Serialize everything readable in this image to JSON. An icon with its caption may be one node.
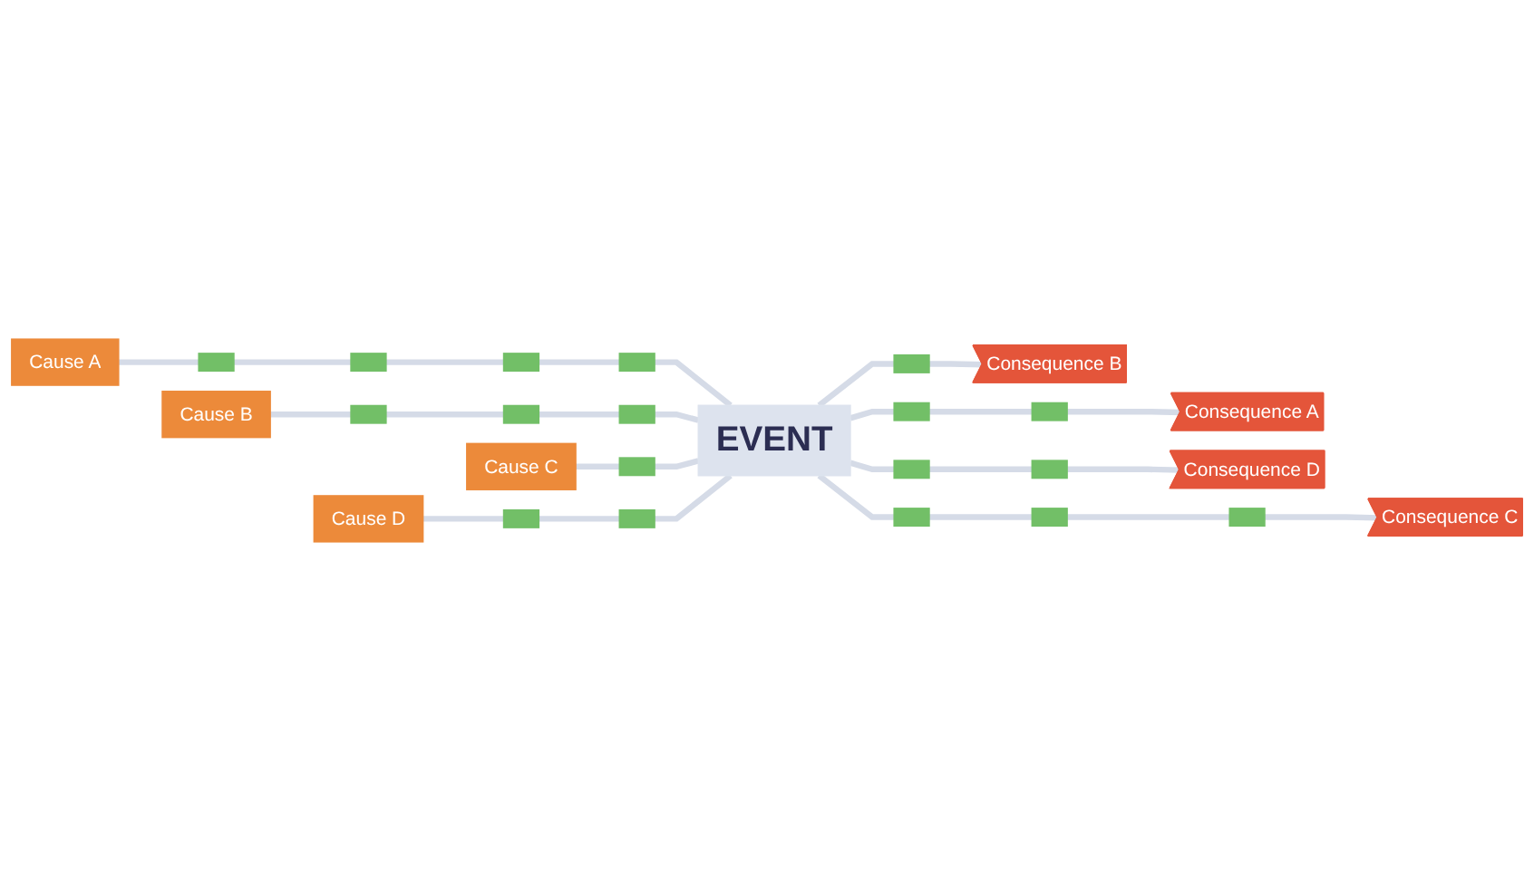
{
  "diagram": {
    "nodes": [
      {
        "text": [
          "Cause A"
        ]
      },
      {
        "text": [
          "Cause B"
        ]
      },
      {
        "text": [
          "Cause C"
        ]
      },
      {
        "text": [
          "Cause D"
        ]
      },
      {
        "text": [
          "EVENT"
        ]
      },
      {
        "text": [
          "Consequence A"
        ]
      },
      {
        "text": [
          "Consequence B"
        ]
      },
      {
        "text": [
          "Consequence C"
        ]
      },
      {
        "text": [
          "Consequence D"
        ]
      },
      {
        "text": [],
        "shape": "bar"
      },
      {
        "text": [],
        "shape": "bar"
      },
      {
        "text": [],
        "shape": "bar"
      },
      {
        "text": [],
        "shape": "bar"
      },
      {
        "text": [],
        "shape": "bar"
      },
      {
        "text": [],
        "shape": "bar"
      },
      {
        "text": [],
        "shape": "bar"
      },
      {
        "text": [],
        "shape": "bar"
      },
      {
        "text": [],
        "shape": "bar"
      },
      {
        "text": [],
        "shape": "bar"
      },
      {
        "text": [],
        "shape": "bar"
      },
      {
        "text": [],
        "shape": "bar"
      },
      {
        "text": [],
        "shape": "bar"
      },
      {
        "text": [],
        "shape": "bar"
      },
      {
        "text": [],
        "shape": "bar"
      },
      {
        "text": [],
        "shape": "bar"
      },
      {
        "text": [],
        "shape": "bar"
      },
      {
        "text": [],
        "shape": "bar"
      }
    ],
    "edges": [
      {
        "from": 0,
        "to": 9,
        "arrow": "none"
      },
      {
        "from": 9,
        "to": 10,
        "arrow": "none"
      },
      {
        "from": 10,
        "to": 11,
        "arrow": "none"
      },
      {
        "from": 11,
        "to": 12,
        "arrow": "none"
      },
      {
        "from": 12,
        "to": 4,
        "arrow": "none"
      },
      {
        "from": 1,
        "to": 13,
        "arrow": "none"
      },
      {
        "from": 13,
        "to": 14,
        "arrow": "none"
      },
      {
        "from": 14,
        "to": 15,
        "arrow": "none"
      },
      {
        "from": 15,
        "to": 4,
        "arrow": "none"
      },
      {
        "from": 2,
        "to": 16,
        "arrow": "none"
      },
      {
        "from": 16,
        "to": 4,
        "arrow": "none"
      },
      {
        "from": 3,
        "to": 17,
        "arrow": "none"
      },
      {
        "from": 17,
        "to": 18,
        "arrow": "none"
      },
      {
        "from": 18,
        "to": 4,
        "arrow": "none"
      },
      {
        "from": 4,
        "to": 19,
        "arrow": "none"
      },
      {
        "from": 19,
        "to": 20,
        "arrow": "none"
      },
      {
        "from": 20,
        "to": 5,
        "arrow": "none"
      },
      {
        "from": 4,
        "to": 21,
        "arrow": "none"
      },
      {
        "from": 21,
        "to": 6,
        "arrow": "none"
      },
      {
        "from": 4,
        "to": 22,
        "arrow": "none"
      },
      {
        "from": 22,
        "to": 23,
        "arrow": "none"
      },
      {
        "from": 23,
        "to": 24,
        "arrow": "none"
      },
      {
        "from": 24,
        "to": 7,
        "arrow": "none"
      },
      {
        "from": 4,
        "to": 25,
        "arrow": "none"
      },
      {
        "from": 25,
        "to": 26,
        "arrow": "none"
      },
      {
        "from": 26,
        "to": 8,
        "arrow": "none"
      }
    ]
  }
}
